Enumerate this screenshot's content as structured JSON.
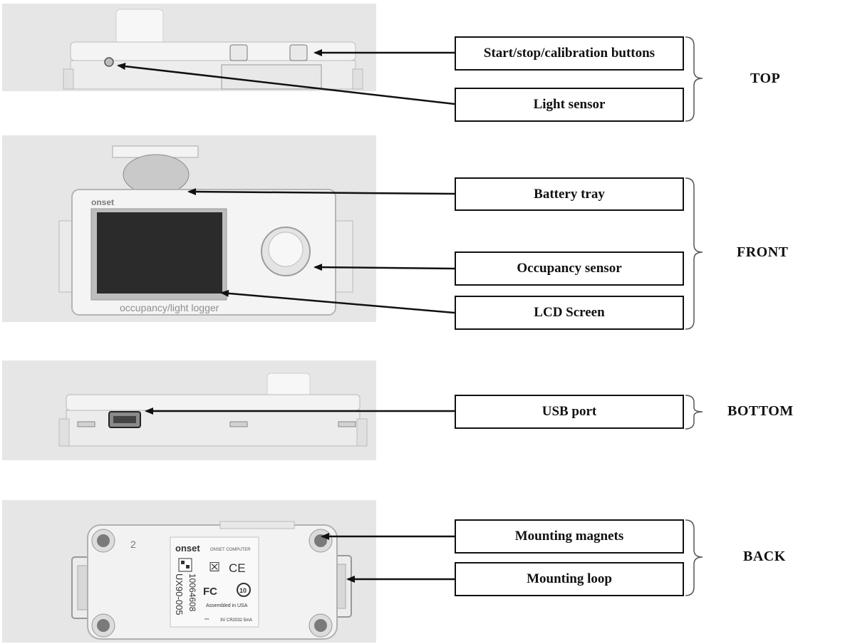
{
  "sections": {
    "top": "TOP",
    "front": "FRONT",
    "bottom": "BOTTOM",
    "back": "BACK"
  },
  "labels": {
    "buttons": "Start/stop/calibration buttons",
    "light_sensor": "Light sensor",
    "battery_tray": "Battery tray",
    "occupancy_sensor": "Occupancy sensor",
    "lcd_screen": "LCD Screen",
    "usb_port": "USB port",
    "mounting_magnets": "Mounting magnets",
    "mounting_loop": "Mounting loop"
  },
  "device_text": {
    "front_brand": "onset",
    "front_caption": "occupancy/light logger",
    "back_brand": "onset",
    "back_company": "ONSET COMPUTER",
    "back_serial": "10064608",
    "back_model": "UX90-005",
    "back_assembled": "Assembled in USA",
    "back_battery": "3V CR2032 5mA",
    "back_number": "2",
    "back_fc": "FC",
    "back_ce": "CE",
    "back_rohs": "10"
  },
  "colors": {
    "photo_bg": "#e6e6e6",
    "device": "#f3f3f3",
    "lcd": "#2b2b2b",
    "line": "#111111"
  }
}
